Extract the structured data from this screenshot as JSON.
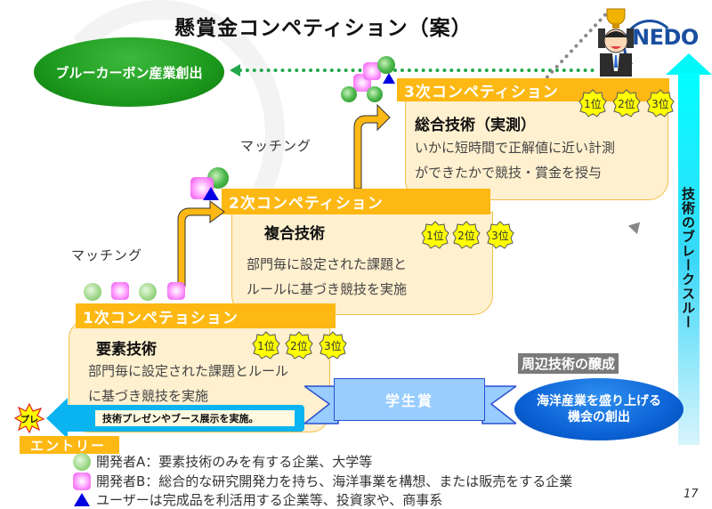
{
  "title": "懸賞金コンペティション（案）",
  "goal": "ブルーカーボン産業創出",
  "logo": "NEDO",
  "stages": [
    {
      "banner": "1次コンペテョション",
      "heading": "要素技術",
      "desc_lines": [
        "部門毎に設定された課題とルール",
        "に基づき競技を実施"
      ],
      "ranks": [
        "1位",
        "2位",
        "3位"
      ]
    },
    {
      "banner": "2次コンペティション",
      "heading": "複合技術",
      "desc_lines": [
        "部門毎に設定された課題と",
        "ルールに基づき競技を実施"
      ],
      "ranks": [
        "1位",
        "2位",
        "3位"
      ]
    },
    {
      "banner": "3次コンペティション",
      "heading": "総合技術（実測）",
      "desc_lines": [
        "いかに短時間で正解値に近い計測",
        "ができたかで競技・賞金を授与"
      ],
      "ranks": [
        "1位",
        "2位",
        "3位"
      ]
    }
  ],
  "matching_labels": [
    "マッチング",
    "マッチング"
  ],
  "breakthrough": "技術のブレークスルー",
  "surrounding": "周辺技術の醸成",
  "opportunity": [
    "海洋産業を盛り上げる",
    "機会の創出"
  ],
  "student_award": "学生賞",
  "presentation": "技術プレゼンやブース展示を実施。",
  "pre_badge": "プレ",
  "entry": "エントリー",
  "legend": [
    {
      "icon": "green-circle-icon",
      "text": "開発者A：要素技術のみを有する企業、大学等"
    },
    {
      "icon": "magenta-square-icon",
      "text": "開発者B：総合的な研究開発力を持ち、海洋事業を構想、または販売をする企業"
    },
    {
      "icon": "blue-triangle-icon",
      "text": "ユーザーは完成品を利活用する企業等、投資家や、商事系"
    }
  ],
  "page_number": "17",
  "colors": {
    "banner": "#fdb813",
    "box_fill": "#fff0cf",
    "goal_green": "#1d9a1d",
    "opportunity_blue": "#0c63d6",
    "breakthrough_cyan": "#00ffff",
    "ribbon": "#99ccff"
  }
}
